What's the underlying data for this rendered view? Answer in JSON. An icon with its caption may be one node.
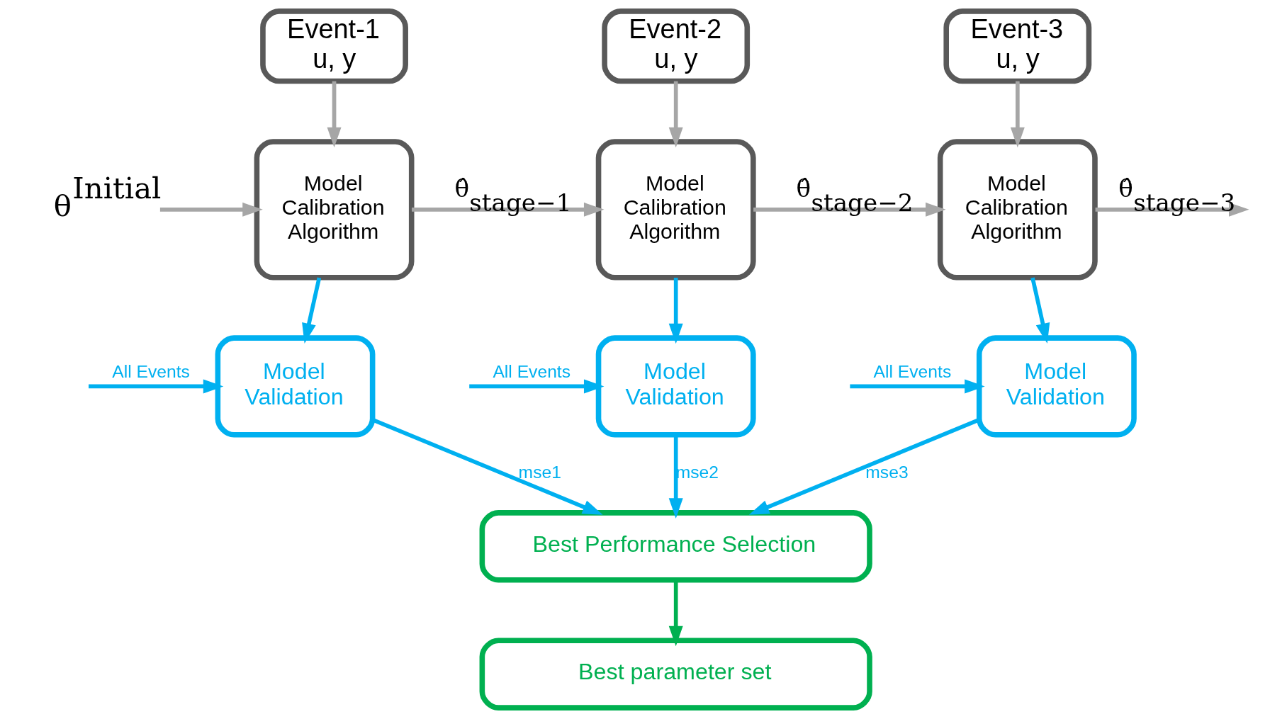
{
  "diagram": {
    "nodes": [
      {
        "text": [
          "θ$^{Initial}$"
        ]
      },
      {
        "text": [
          "Event-1",
          "u, y"
        ]
      },
      {
        "text": [
          "Model Calibration Algorithm"
        ]
      },
      {
        "text": [
          "Event-2",
          "u, y"
        ]
      },
      {
        "text": [
          "Model Calibration Algorithm"
        ]
      },
      {
        "text": [
          "Event-3",
          "u, y"
        ]
      },
      {
        "text": [
          "Model Calibration Algorithm"
        ]
      },
      {
        "text": [
          "Model Validation"
        ]
      },
      {
        "text": [
          "Model Validation"
        ]
      },
      {
        "text": [
          "Model Validation"
        ]
      },
      {
        "text": [
          "Best Performance Selection"
        ]
      },
      {
        "text": [
          "Best parameter set"
        ]
      }
    ],
    "edges": [
      {
        "from": 0,
        "to": 2,
        "arrow": "to",
        "color": "#a6a6a6"
      },
      {
        "from": 1,
        "to": 2,
        "arrow": "to",
        "color": "#a6a6a6"
      },
      {
        "from": 2,
        "to": 4,
        "arrow": "to",
        "label": "θ̂$_{stage−1}$",
        "color": "#a6a6a6"
      },
      {
        "from": 3,
        "to": 4,
        "arrow": "to",
        "color": "#a6a6a6"
      },
      {
        "from": 4,
        "to": 6,
        "arrow": "to",
        "label": "θ̂$_{stage−2}$",
        "color": "#a6a6a6"
      },
      {
        "from": 5,
        "to": 6,
        "arrow": "to",
        "color": "#a6a6a6"
      },
      {
        "from": 6,
        "to": null,
        "arrow": "to",
        "label": "θ̂$_{stage−3}$",
        "color": "#a6a6a6"
      },
      {
        "from": 2,
        "to": 7,
        "arrow": "to"
      },
      {
        "from": 4,
        "to": 8,
        "arrow": "to"
      },
      {
        "from": 6,
        "to": 9,
        "arrow": "to"
      },
      {
        "from": null,
        "to": 7,
        "arrow": "to",
        "label": "All Events"
      },
      {
        "from": null,
        "to": 8,
        "arrow": "to",
        "label": "All Events"
      },
      {
        "from": null,
        "to": 9,
        "arrow": "to",
        "label": "All Events"
      },
      {
        "from": 7,
        "to": 10,
        "arrow": "to",
        "label": "mse1"
      },
      {
        "from": 8,
        "to": 10,
        "arrow": "to",
        "label": "mse2"
      },
      {
        "from": 9,
        "to": 10,
        "arrow": "to",
        "label": "mse3"
      },
      {
        "from": 10,
        "to": 11,
        "arrow": "to",
        "color": "#00b050"
      }
    ]
  }
}
